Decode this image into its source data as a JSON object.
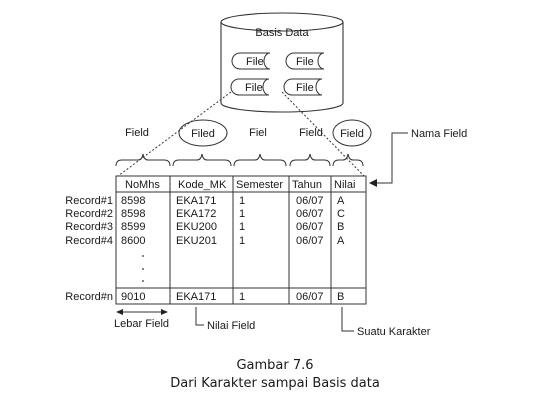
{
  "database": {
    "label": "Basis Data",
    "files": [
      "File",
      "File",
      "File",
      "File"
    ]
  },
  "field_labels": [
    "Field",
    "Filed",
    "Fiel",
    "Field",
    "Field"
  ],
  "callouts": {
    "field_name": "Nama Field",
    "field_width": "Lebar Field",
    "field_value": "Nilai Field",
    "character": "Suatu Karakter"
  },
  "table": {
    "headers": [
      "NoMhs",
      "Kode_MK",
      "Semester",
      "Tahun",
      "Nilai"
    ],
    "rows": [
      {
        "record": "Record#1",
        "cells": [
          "8598",
          "EKA171",
          "1",
          "06/07",
          "A"
        ]
      },
      {
        "record": "Record#2",
        "cells": [
          "8598",
          "EKA172",
          "1",
          "06/07",
          "C"
        ]
      },
      {
        "record": "Record#3",
        "cells": [
          "8599",
          "EKU200",
          "1",
          "06/07",
          "B"
        ]
      },
      {
        "record": "Record#4",
        "cells": [
          "8600",
          "EKU201",
          "1",
          "06/07",
          "A"
        ]
      }
    ],
    "last_row": {
      "record": "Record#n",
      "cells": [
        "9010",
        "EKA171",
        "1",
        "06/07",
        "B"
      ]
    }
  },
  "caption": {
    "line1": "Gambar 7.6",
    "line2": "Dari Karakter sampai Basis data"
  }
}
